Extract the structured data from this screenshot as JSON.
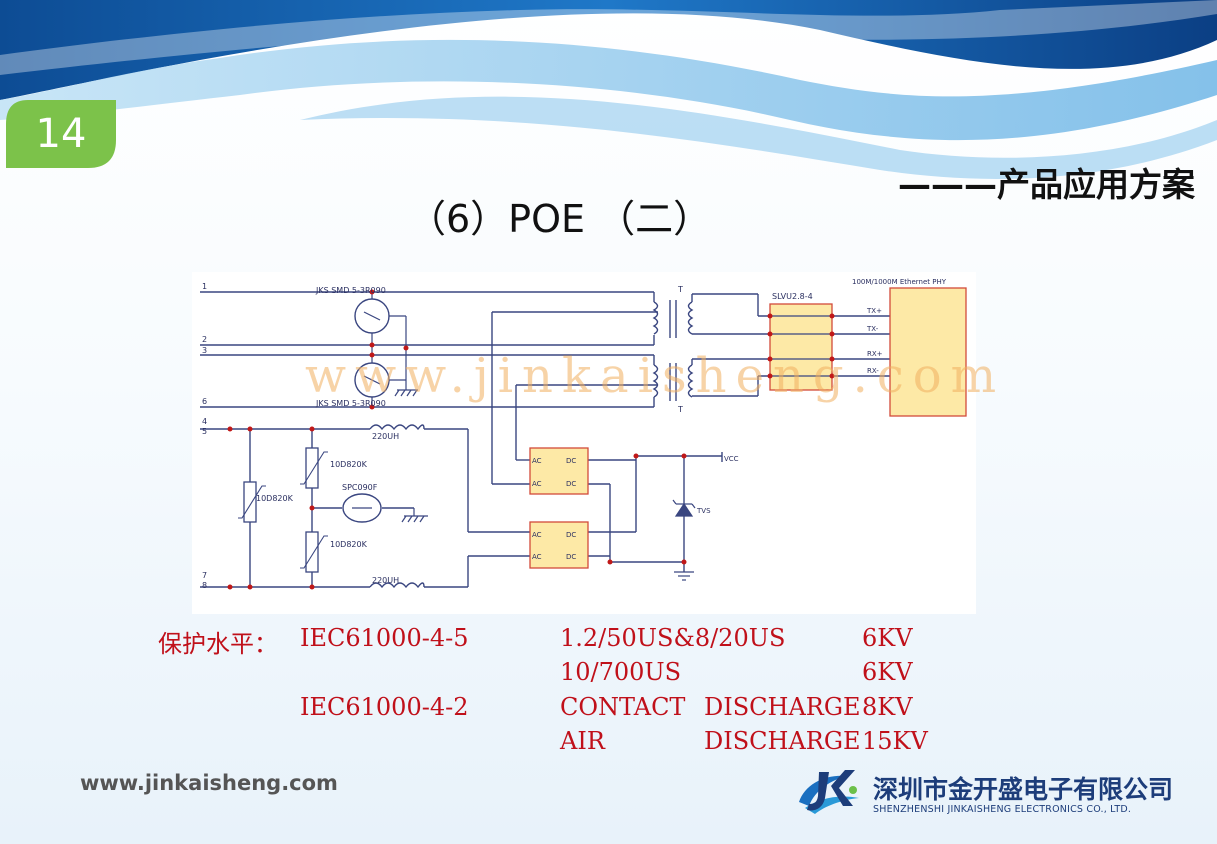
{
  "slide": {
    "page_number": "14",
    "subtitle": "———产品应用方案",
    "title": "（6）POE  （二）"
  },
  "diagram": {
    "watermark": "www.jinkaisheng.com",
    "line_numbers": [
      "1",
      "2",
      "3",
      "6",
      "4",
      "5",
      "7",
      "8"
    ],
    "components": {
      "top_tss": "JKS SMD 5-3R090",
      "bottom_tss": "JKS SMD 5-3R090",
      "transformer_top": "T",
      "transformer_bottom": "T",
      "array": "SLVU2.8-4",
      "phy": "100M/1000M Ethernet PHY",
      "tx_plus": "TX+",
      "tx_minus": "TX-",
      "rx_plus": "RX+",
      "rx_minus": "RX-",
      "inductor_top": "220UH",
      "inductor_bottom": "220UH",
      "varistor_top": "10D820K",
      "varistor_left": "10D820K",
      "varistor_bottom": "10D820K",
      "gdt": "SPC090F",
      "bridge_ac": "AC",
      "bridge_dc": "DC",
      "vcc": "VCC",
      "tvs": "TVS"
    }
  },
  "protection": {
    "heading": "保护水平：",
    "rows": [
      {
        "standard": "IEC61000-4-5",
        "test": "1.2/50US&8/20US",
        "type": "",
        "level": "6KV"
      },
      {
        "standard": "",
        "test": "10/700US",
        "type": "",
        "level": "6KV"
      },
      {
        "standard": "IEC61000-4-2",
        "test": "CONTACT",
        "type": "DISCHARGE",
        "level": "8KV"
      },
      {
        "standard": "",
        "test": "AIR",
        "type": "DISCHARGE",
        "level": "15KV"
      }
    ]
  },
  "footer": {
    "url": "www.jinkaisheng.com",
    "company_cn": "深圳市金开盛电子有限公司",
    "company_en": "SHENZHENSHI JINKAISHENG ELECTRONICS CO., LTD."
  },
  "colors": {
    "accent_green": "#7cc24a",
    "spec_red": "#c0101a",
    "wave_blue": "#1a5fa8",
    "component_fill": "#fde9a6",
    "logo_blue": "#1d3d7a"
  }
}
